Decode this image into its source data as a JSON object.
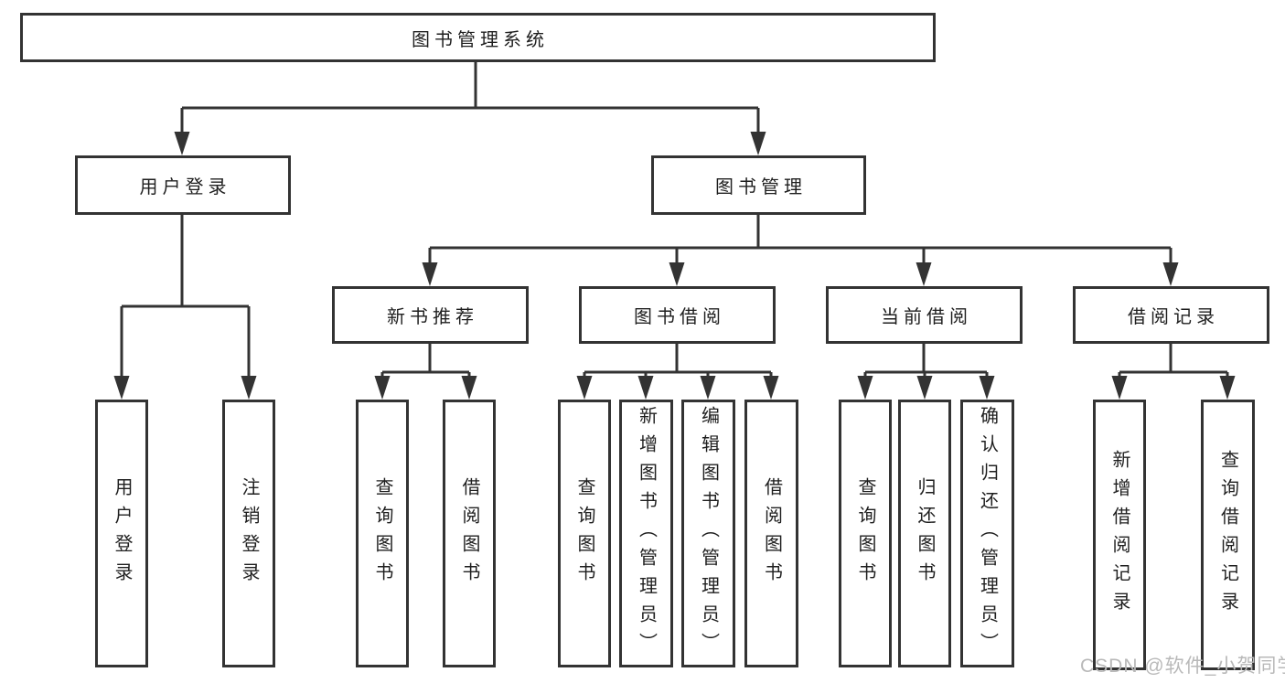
{
  "diagram": {
    "root": {
      "label": "图书管理系统"
    },
    "level2": [
      {
        "id": "user-login",
        "label": "用户登录"
      },
      {
        "id": "book-management",
        "label": "图书管理"
      }
    ],
    "level3": [
      {
        "id": "new-book-recommend",
        "label": "新书推荐"
      },
      {
        "id": "book-borrowing",
        "label": "图书借阅"
      },
      {
        "id": "current-borrowing",
        "label": "当前借阅"
      },
      {
        "id": "borrowing-records",
        "label": "借阅记录"
      }
    ],
    "leaves": [
      {
        "id": "user-login-leaf",
        "label": "用户登录"
      },
      {
        "id": "logout",
        "label": "注销登录"
      },
      {
        "id": "query-books-1",
        "label": "查询图书"
      },
      {
        "id": "borrow-books-1",
        "label": "借阅图书"
      },
      {
        "id": "query-books-2",
        "label": "查询图书"
      },
      {
        "id": "add-books-admin",
        "label": "新增图书（管理员）"
      },
      {
        "id": "edit-books-admin",
        "label": "编辑图书（管理员）"
      },
      {
        "id": "borrow-books-2",
        "label": "借阅图书"
      },
      {
        "id": "query-books-3",
        "label": "查询图书"
      },
      {
        "id": "return-books",
        "label": "归还图书"
      },
      {
        "id": "confirm-return-admin",
        "label": "确认归还（管理员）"
      },
      {
        "id": "add-borrow-record",
        "label": "新增借阅记录"
      },
      {
        "id": "query-borrow-record",
        "label": "查询借阅记录"
      }
    ]
  },
  "watermark": {
    "text": "CSDN @软件_小贺同学"
  },
  "colors": {
    "line": "#333333",
    "box_border": "#333333",
    "text": "#1f1f1f",
    "watermark": "#b9b9b9",
    "background": "#ffffff"
  }
}
